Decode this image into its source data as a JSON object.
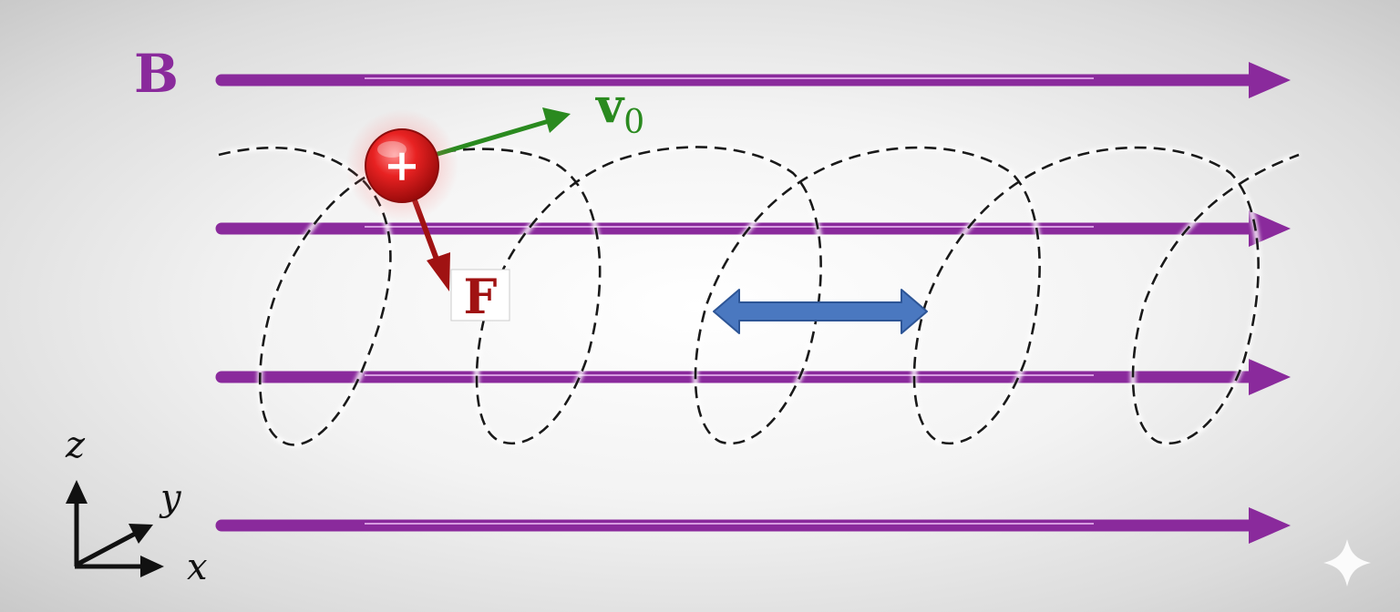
{
  "labels": {
    "field": "B",
    "velocity_main": "v",
    "velocity_sub": "0",
    "force": "F",
    "charge": "+",
    "axis_z": "z",
    "axis_y": "y",
    "axis_x": "x"
  },
  "colors": {
    "field": "#8a2a9c",
    "velocity": "#2a8a1f",
    "force": "#a01212",
    "pitch_arrow": "#4a78c0",
    "charge": "#e31f1f",
    "path": "#1a1a1a",
    "axes": "#111111"
  },
  "icons": [
    "sparkle-icon"
  ]
}
